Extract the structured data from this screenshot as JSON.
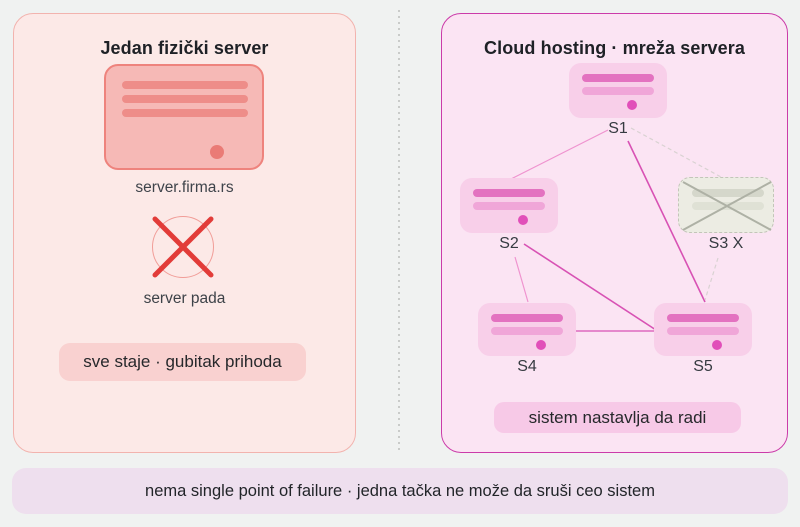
{
  "left_panel": {
    "title": "Jedan fizički server",
    "server_caption": "server.firma.rs",
    "fail_caption": "server pada",
    "badge": "sve staje · gubitak prihoda"
  },
  "right_panel": {
    "title": "Cloud hosting · mreža servera",
    "nodes": [
      {
        "label": "S1",
        "status": "ok"
      },
      {
        "label": "S2",
        "status": "ok"
      },
      {
        "label": "S3 X",
        "status": "failed"
      },
      {
        "label": "S4",
        "status": "ok"
      },
      {
        "label": "S5",
        "status": "ok"
      }
    ],
    "badge": "sistem nastavlja da radi"
  },
  "footer": {
    "text": "nema single point of failure · jedna tačka ne može da sruši ceo sistem"
  },
  "icons": {
    "server-icon": "rounded rack with bars and status dot",
    "failed-server-icon": "grayed dashed rack crossed by X",
    "x-circle-icon": "red X inside circle"
  },
  "colors": {
    "page_bg": "#f0f2f1",
    "left_panel_bg": "#fce9e7",
    "left_accent_red": "#e23c39",
    "left_server_fill": "#f6b9b6",
    "right_panel_bg": "#fbe4f3",
    "right_border_magenta": "#cb3ba9",
    "node_fill": "#f8cfe9",
    "node_bar_magenta": "#e372c0",
    "line_magenta": "#d852b4",
    "line_pink": "#ef93cf",
    "line_dashed_gray": "#d9d2d2",
    "failed_node_fill": "#ecece3",
    "badge_left_bg": "#f9d1d0",
    "badge_right_bg": "#f7c9e7",
    "footer_bg": "#eedfee"
  }
}
